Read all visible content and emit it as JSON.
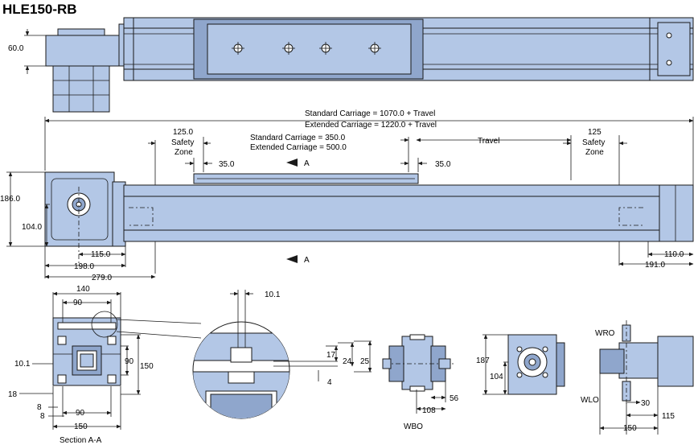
{
  "title": "HLE150-RB",
  "labels": {
    "height_top": "60.0",
    "std_carriage_total": "Standard Carriage = 1070.0 + Travel",
    "ext_carriage_total": "Extended Carriage = 1220.0 + Travel",
    "safety_left_value": "125.0",
    "safety_left_line1": "Safety",
    "safety_left_line2": "Zone",
    "std_carriage_len": "Standard Carriage = 350.0",
    "ext_carriage_len": "Extended Carriage = 500.0",
    "travel": "Travel",
    "safety_right_value": "125",
    "safety_right_line1": "Safety",
    "safety_right_line2": "Zone",
    "dim_35_left": "35.0",
    "dim_35_right": "35.0",
    "section_a_top": "A",
    "section_a_bottom": "A",
    "dim_186": "186.0",
    "dim_104_side": "104.0",
    "dim_115": "115.0",
    "dim_198": "198.0",
    "dim_279": "279.0",
    "dim_110": "110.0",
    "dim_191": "191.0",
    "sec_140": "140",
    "sec_90_top": "90",
    "sec_10_1": "10.1",
    "sec_90_side": "90",
    "sec_150_side": "150",
    "sec_18": "18",
    "sec_8a": "8",
    "sec_8b": "8",
    "sec_90_bottom": "90",
    "sec_150_bottom": "150",
    "section_caption": "Section A-A",
    "det_10_1": "10.1",
    "det_17": "17",
    "det_24": "24",
    "det_25": "25",
    "det_4": "4",
    "wbo_56": "56",
    "wbo_108": "108",
    "wbo_label": "WBO",
    "end_187": "187",
    "end_104": "104",
    "wro_label": "WRO",
    "wlo_label": "WLO",
    "wro_30": "30",
    "wro_115": "115",
    "wro_150": "150"
  }
}
